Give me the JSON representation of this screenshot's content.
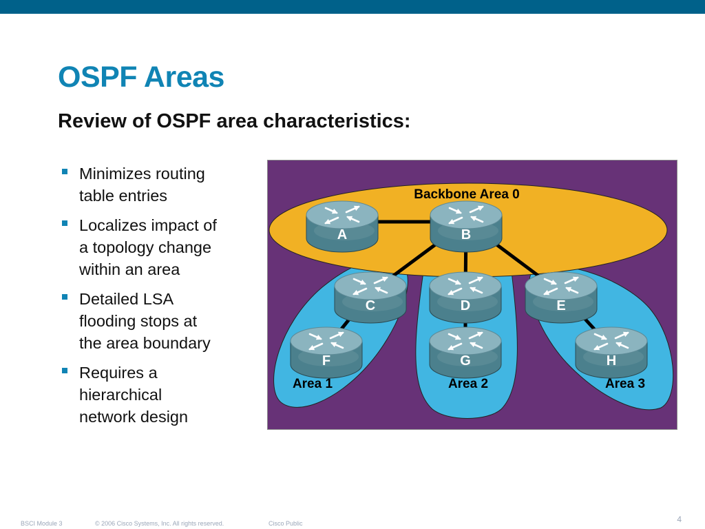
{
  "slide": {
    "title": "OSPF Areas",
    "subtitle": "Review of OSPF area characteristics:",
    "bullets": [
      {
        "lines": [
          "Minimizes routing",
          "table entries"
        ]
      },
      {
        "lines": [
          "Localizes impact of",
          "a topology change",
          "within an area"
        ]
      },
      {
        "lines": [
          "Detailed LSA",
          "flooding stops at",
          "the area boundary"
        ]
      },
      {
        "lines": [
          "Requires a",
          "hierarchical",
          "network design"
        ]
      }
    ]
  },
  "diagram": {
    "areas": {
      "backbone": "Backbone Area 0",
      "area1": "Area 1",
      "area2": "Area 2",
      "area3": "Area 3"
    },
    "routers": [
      "A",
      "B",
      "C",
      "D",
      "E",
      "F",
      "G",
      "H"
    ],
    "links": [
      [
        "A",
        "B"
      ],
      [
        "B",
        "C"
      ],
      [
        "B",
        "D"
      ],
      [
        "B",
        "E"
      ],
      [
        "C",
        "F"
      ],
      [
        "D",
        "G"
      ],
      [
        "E",
        "H"
      ]
    ],
    "colors": {
      "background": "#673277",
      "backbone_fill": "#f1b124",
      "area_fill": "#41b6e2",
      "router_body": "#4b808d",
      "router_top": "#8bb4bf",
      "link": "#000000",
      "label": "#000000",
      "router_label": "#ffffff"
    }
  },
  "footer": {
    "module": "BSCI Module 3",
    "copyright": "© 2006 Cisco Systems, Inc. All rights reserved.",
    "classification": "Cisco Public",
    "page_number": "4"
  }
}
